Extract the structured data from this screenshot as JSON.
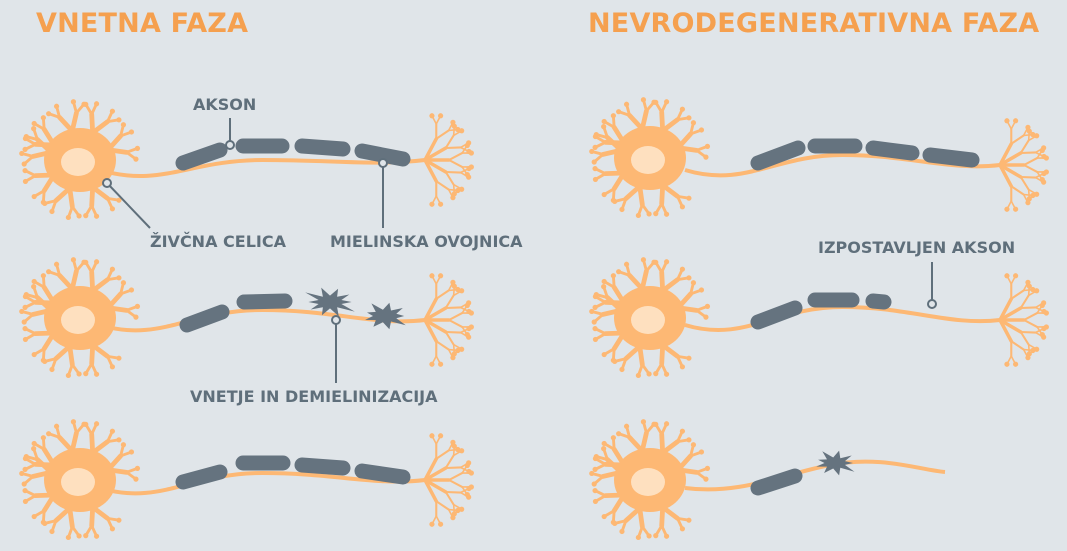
{
  "titles": {
    "left": "VNETNA FAZA",
    "right": "NEVRODEGENERATIVNA FAZA"
  },
  "labels": {
    "axon": "AKSON",
    "nerve_cell": "ŽIVČNA CELICA",
    "myelin_sheath": "MIELINSKA OVOJNICA",
    "inflammation": "VNETJE IN DEMIELINIZACIJA",
    "exposed_axon": "IZPOSTAVLJEN AKSON"
  },
  "colors": {
    "background": "#e0e5e9",
    "neuron": "#fdb874",
    "nucleus": "#fee0bf",
    "myelin": "#65737f",
    "title": "#f5a04f",
    "label": "#5f6f7b"
  }
}
